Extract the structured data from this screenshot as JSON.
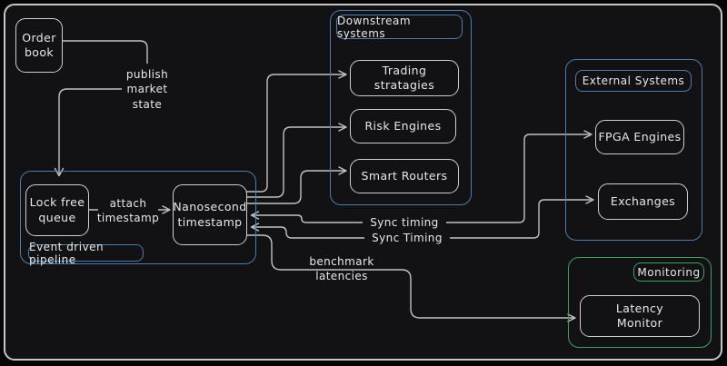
{
  "colors": {
    "bg": "#060607",
    "canvas": "#121214",
    "stroke": "#cfcfcf",
    "wire": "#c2c2c2",
    "blue": "#4a7db0",
    "green": "#3f9e63",
    "text": "#e8e8e8"
  },
  "nodes": {
    "order_book": "Order\nbook",
    "lock_free_queue": "Lock free\nqueue",
    "nanosecond_timestamp": "Nanosecond\ntimestamp",
    "trading_strategies": "Trading stratagies",
    "risk_engines": "Risk Engines",
    "smart_routers": "Smart Routers",
    "fpga_engines": "FPGA Engines",
    "exchanges": "Exchanges",
    "latency_monitor": "Latency\nMonitor"
  },
  "containers": {
    "event_pipeline": "Event driven pipeline",
    "downstream": "Downstream systems",
    "external": "External Systems",
    "monitoring": "Monitoring"
  },
  "edge_labels": {
    "publish_market_state": "publish\nmarket\nstate",
    "attach_timestamp": "attach\ntimestamp",
    "sync_timing_lower": "Sync timing",
    "sync_timing_upper": "Sync Timing",
    "benchmark_latencies": "benchmark\nlatencies"
  }
}
